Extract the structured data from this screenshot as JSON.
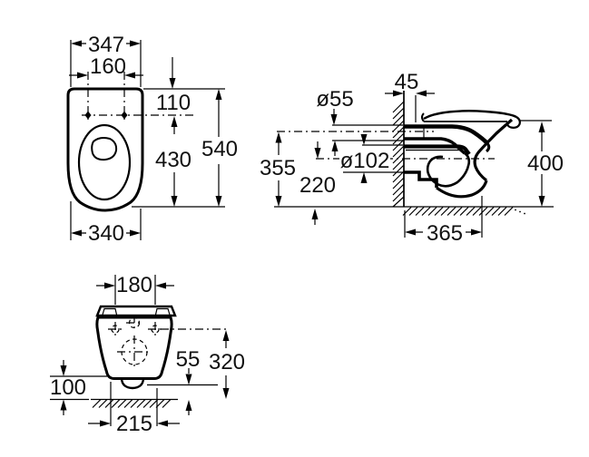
{
  "page": {
    "background": "#ffffff"
  },
  "drawing": {
    "subject": "wall-hung toilet installation dimensions",
    "line_color": "#000000",
    "text_color": "#111111",
    "views": {
      "top": {
        "name": "top view",
        "dims": {
          "overall_width": "347",
          "fixing_spacing": "160",
          "fixing_offset": "110",
          "bowl_length": "430",
          "overall_length": "540",
          "bottom_width": "340"
        }
      },
      "side": {
        "name": "side section view",
        "dims": {
          "fixing_offset": "45",
          "inlet_diameter": "ø55",
          "outlet_diameter": "ø102",
          "inlet_axis_height": "355",
          "outlet_axis_height": "220",
          "overall_height": "400",
          "overall_depth": "365"
        }
      },
      "rear": {
        "name": "rear view",
        "dims": {
          "fixing_spacing": "180",
          "trap_clearance": "55",
          "fixing_height": "320",
          "body_clearance": "100",
          "base_width": "215"
        }
      }
    }
  }
}
